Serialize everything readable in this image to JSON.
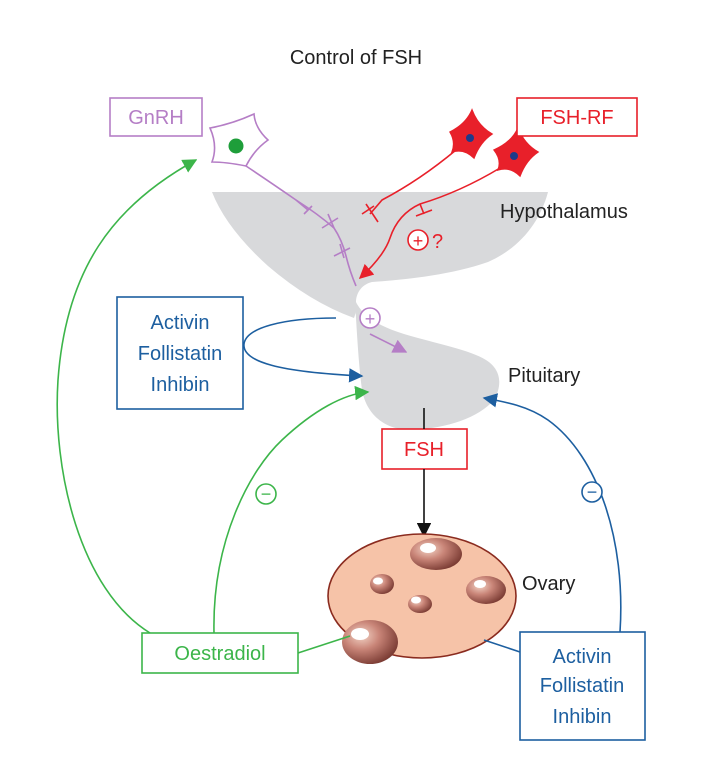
{
  "title": "Control of FSH",
  "labels": {
    "gnrh": "GnRH",
    "fsh_rf": "FSH-RF",
    "hypothalamus": "Hypothalamus",
    "pituitary": "Pituitary",
    "fsh": "FSH",
    "ovary": "Ovary",
    "oestradiol": "Oestradiol",
    "question_mark": "?"
  },
  "signs": {
    "plus": "+",
    "minus": "−"
  },
  "factor_boxes": {
    "left": [
      "Activin",
      "Follistatin",
      "Inhibin"
    ],
    "right": [
      "Activin",
      "Follistatin",
      "Inhibin"
    ]
  },
  "colors": {
    "gnrh_purple": "#b57ec6",
    "fsh_red": "#e8202a",
    "oestradiol_green": "#3cb54a",
    "factor_blue": "#1d5fa0",
    "gland_gray": "#d8d9db",
    "ovary_fill": "#f6c3a8",
    "text_dark": "#222222"
  }
}
